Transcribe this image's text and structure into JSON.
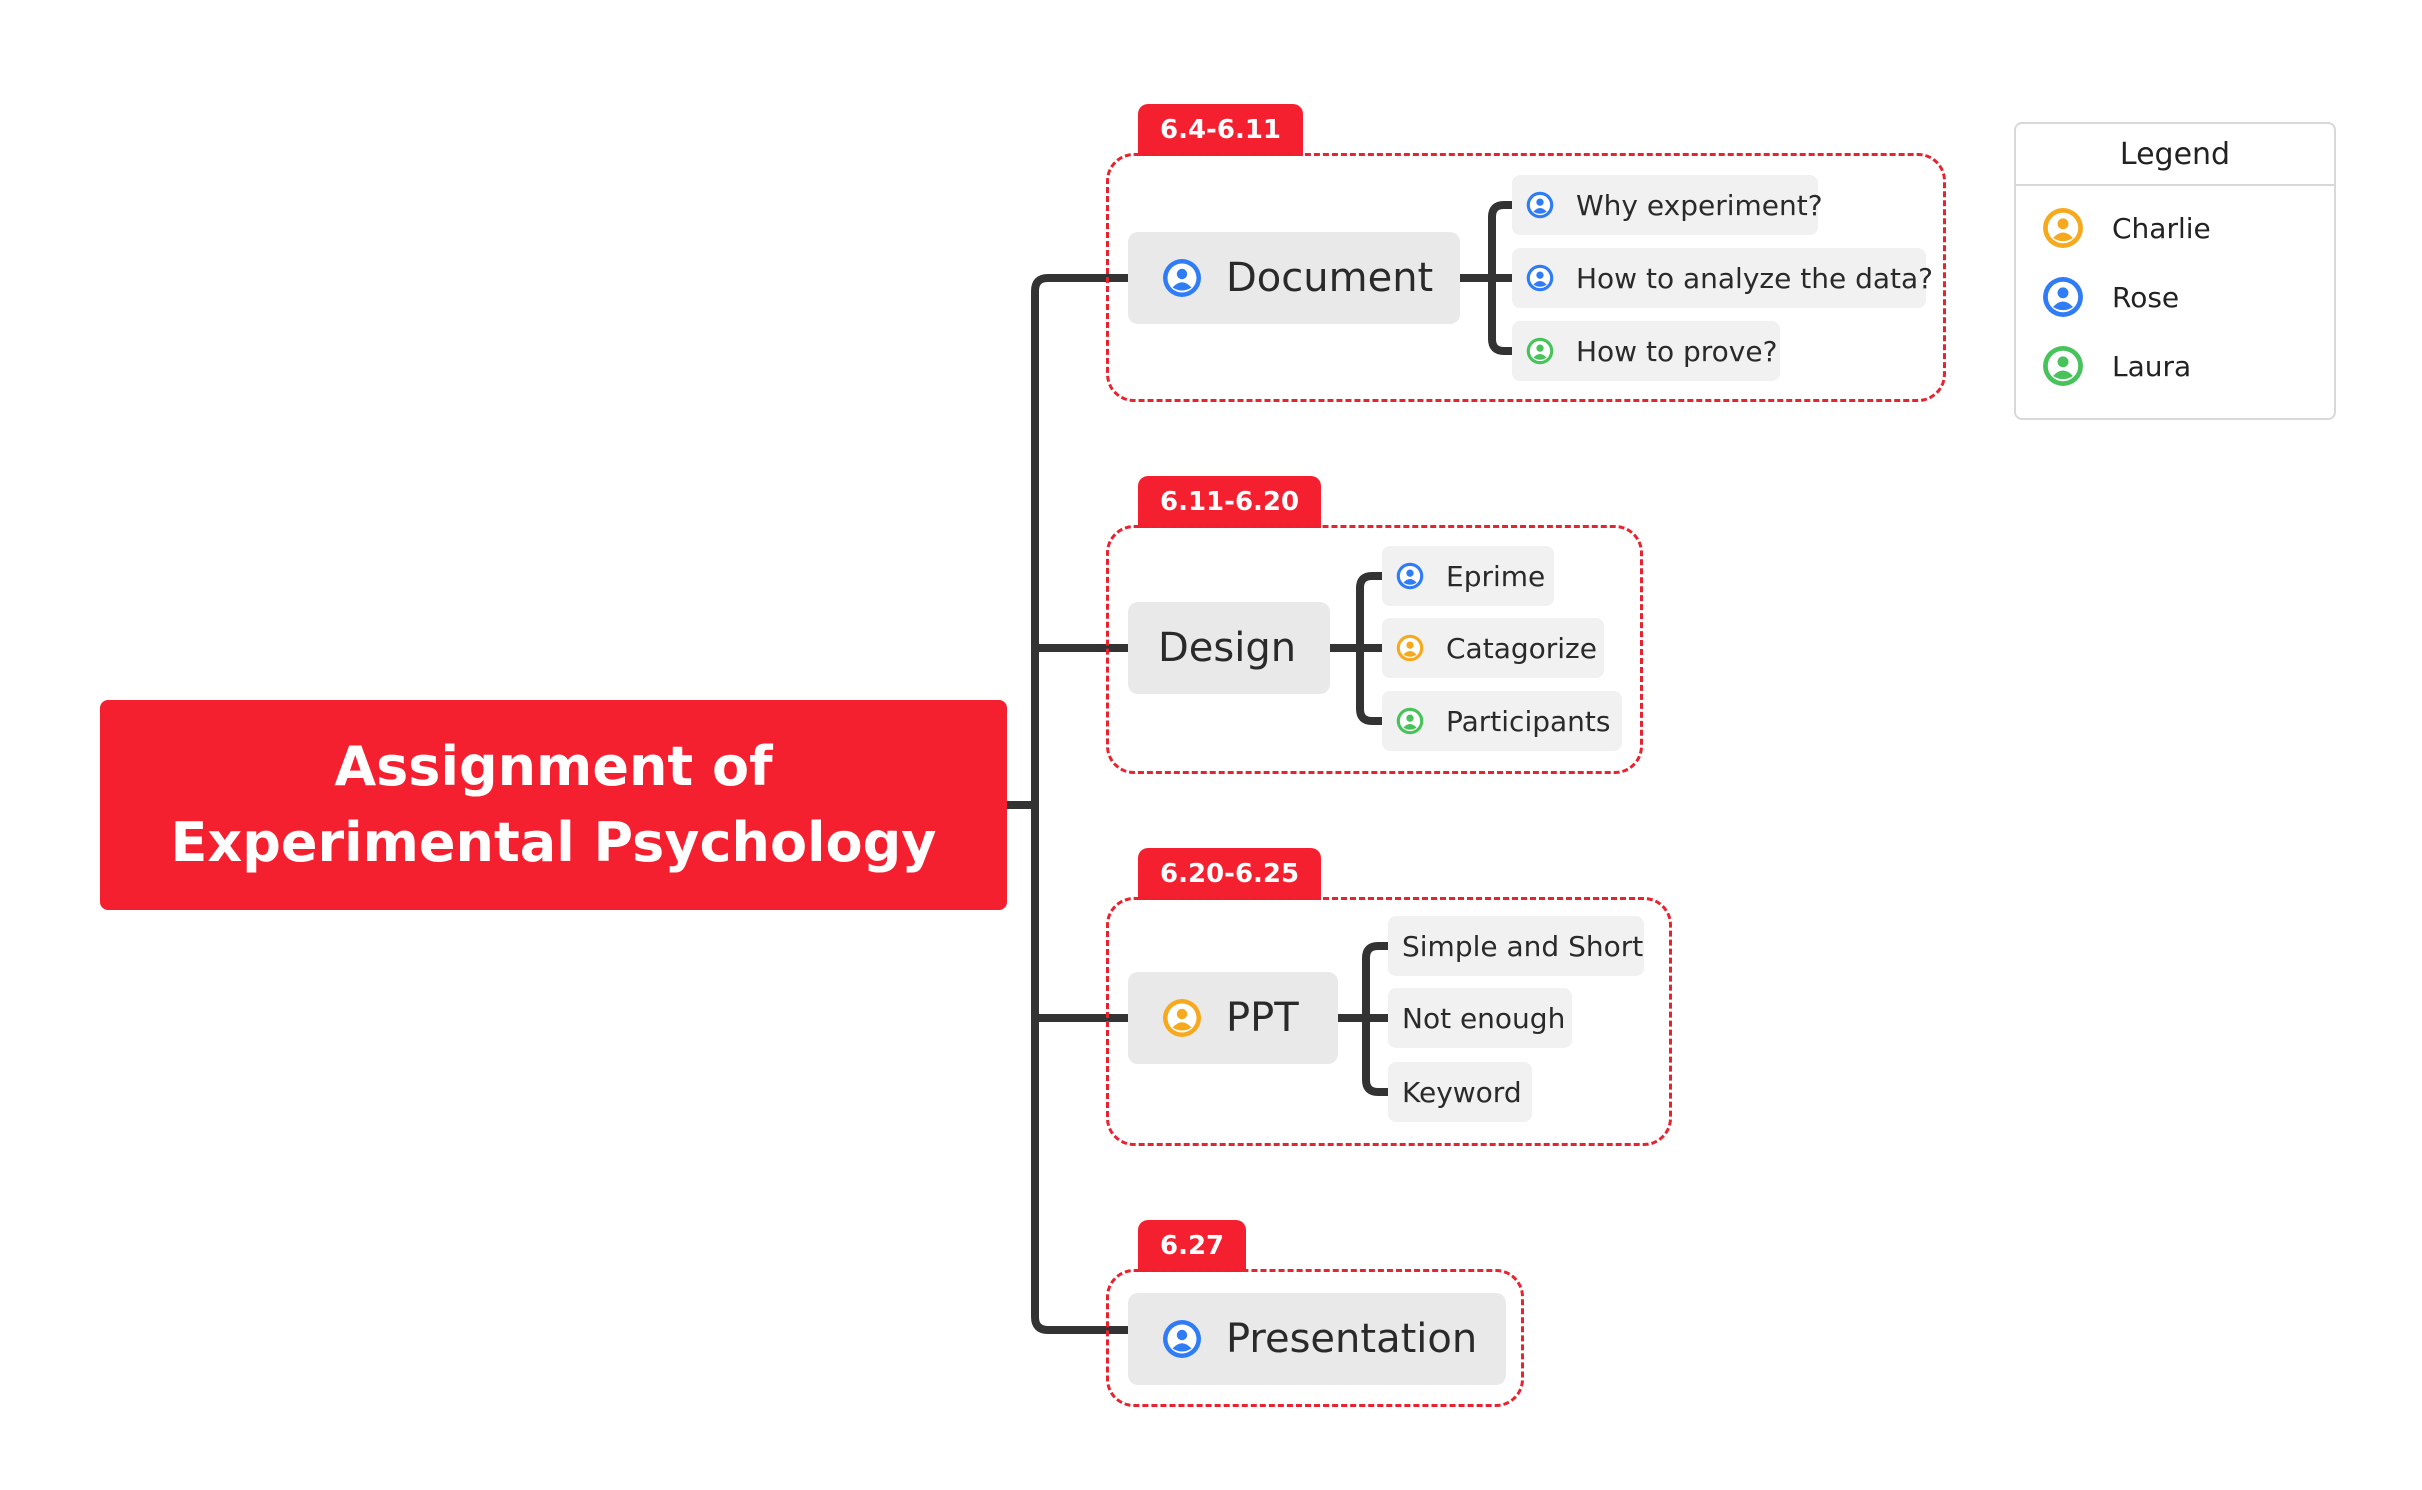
{
  "root": {
    "title": "Assignment of\nExperimental Psychology"
  },
  "colors": {
    "accent": "#f5202f",
    "Charlie": "#f7a91e",
    "Rose": "#2f7cf6",
    "Laura": "#48c25a"
  },
  "branches": [
    {
      "tag": "6.4-6.11",
      "label": "Document",
      "owner": "Rose",
      "children": [
        {
          "label": "Why experiment?",
          "owner": "Rose"
        },
        {
          "label": "How to analyze the data?",
          "owner": "Rose"
        },
        {
          "label": "How to prove?",
          "owner": "Laura"
        }
      ]
    },
    {
      "tag": "6.11-6.20",
      "label": "Design",
      "owner": null,
      "children": [
        {
          "label": "Eprime",
          "owner": "Rose"
        },
        {
          "label": "Catagorize",
          "owner": "Charlie"
        },
        {
          "label": "Participants",
          "owner": "Laura"
        }
      ]
    },
    {
      "tag": "6.20-6.25",
      "label": "PPT",
      "owner": "Charlie",
      "children": [
        {
          "label": "Simple and Short",
          "owner": null
        },
        {
          "label": "Not enough",
          "owner": null
        },
        {
          "label": "Keyword",
          "owner": null
        }
      ]
    },
    {
      "tag": "6.27",
      "label": "Presentation",
      "owner": "Rose",
      "children": []
    }
  ],
  "legend": {
    "title": "Legend",
    "items": [
      {
        "name": "Charlie",
        "icon": "person-icon"
      },
      {
        "name": "Rose",
        "icon": "person-icon"
      },
      {
        "name": "Laura",
        "icon": "person-icon"
      }
    ]
  }
}
